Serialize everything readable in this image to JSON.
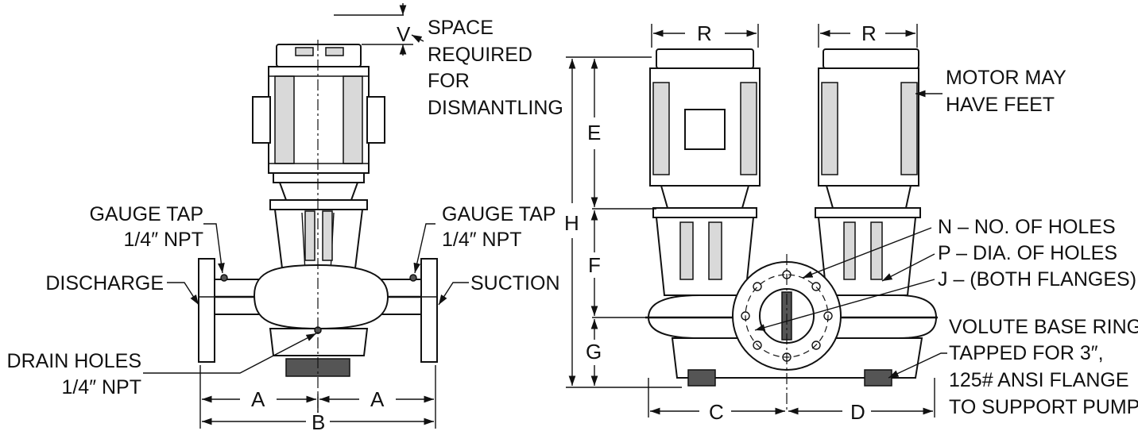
{
  "labels": {
    "space_required": [
      "SPACE",
      "REQUIRED",
      "FOR",
      "DISMANTLING"
    ],
    "gauge_tap_left": [
      "GAUGE TAP",
      "1/4″ NPT"
    ],
    "gauge_tap_right": [
      "GAUGE TAP",
      "1/4″ NPT"
    ],
    "discharge": "DISCHARGE",
    "suction": "SUCTION",
    "drain_holes": [
      "DRAIN HOLES",
      "1/4″ NPT"
    ],
    "motor_may_have_feet": [
      "MOTOR MAY",
      "HAVE FEET"
    ],
    "flange_holes": [
      "N – NO. OF HOLES",
      "P – DIA. OF HOLES",
      "J – (BOTH FLANGES)"
    ],
    "volute_base_ring": [
      "VOLUTE BASE RING",
      "TAPPED FOR 3″,",
      "125# ANSI FLANGE",
      "TO SUPPORT PUMP"
    ]
  },
  "dimensions": {
    "V": "V",
    "A_left": "A",
    "A_right": "A",
    "B": "B",
    "R_left": "R",
    "R_right": "R",
    "E": "E",
    "F": "F",
    "G": "G",
    "H": "H",
    "C": "C",
    "D": "D"
  }
}
